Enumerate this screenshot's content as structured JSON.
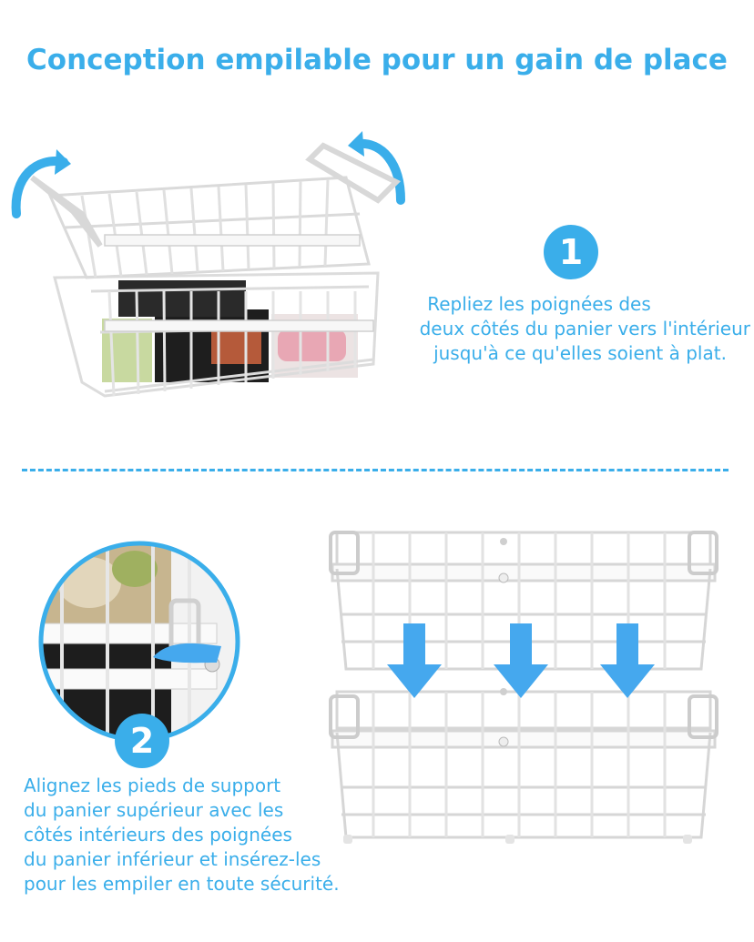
{
  "title": "Conception empilable pour un gain de place",
  "steps": [
    {
      "number": "1",
      "lines": [
        "Repliez les poignées des",
        "deux côtés du panier vers l'intérieur",
        "jusqu'à ce qu'elles soient à plat."
      ]
    },
    {
      "number": "2",
      "lines": [
        "Alignez les pieds de support",
        "du panier supérieur avec les",
        "côtés intérieurs des poignées",
        "du panier inférieur et insérez-les",
        "pour les empiler en toute sécurité."
      ]
    }
  ],
  "colors": {
    "accent": "#3AAEEA",
    "arrow": "#45A8EE"
  }
}
